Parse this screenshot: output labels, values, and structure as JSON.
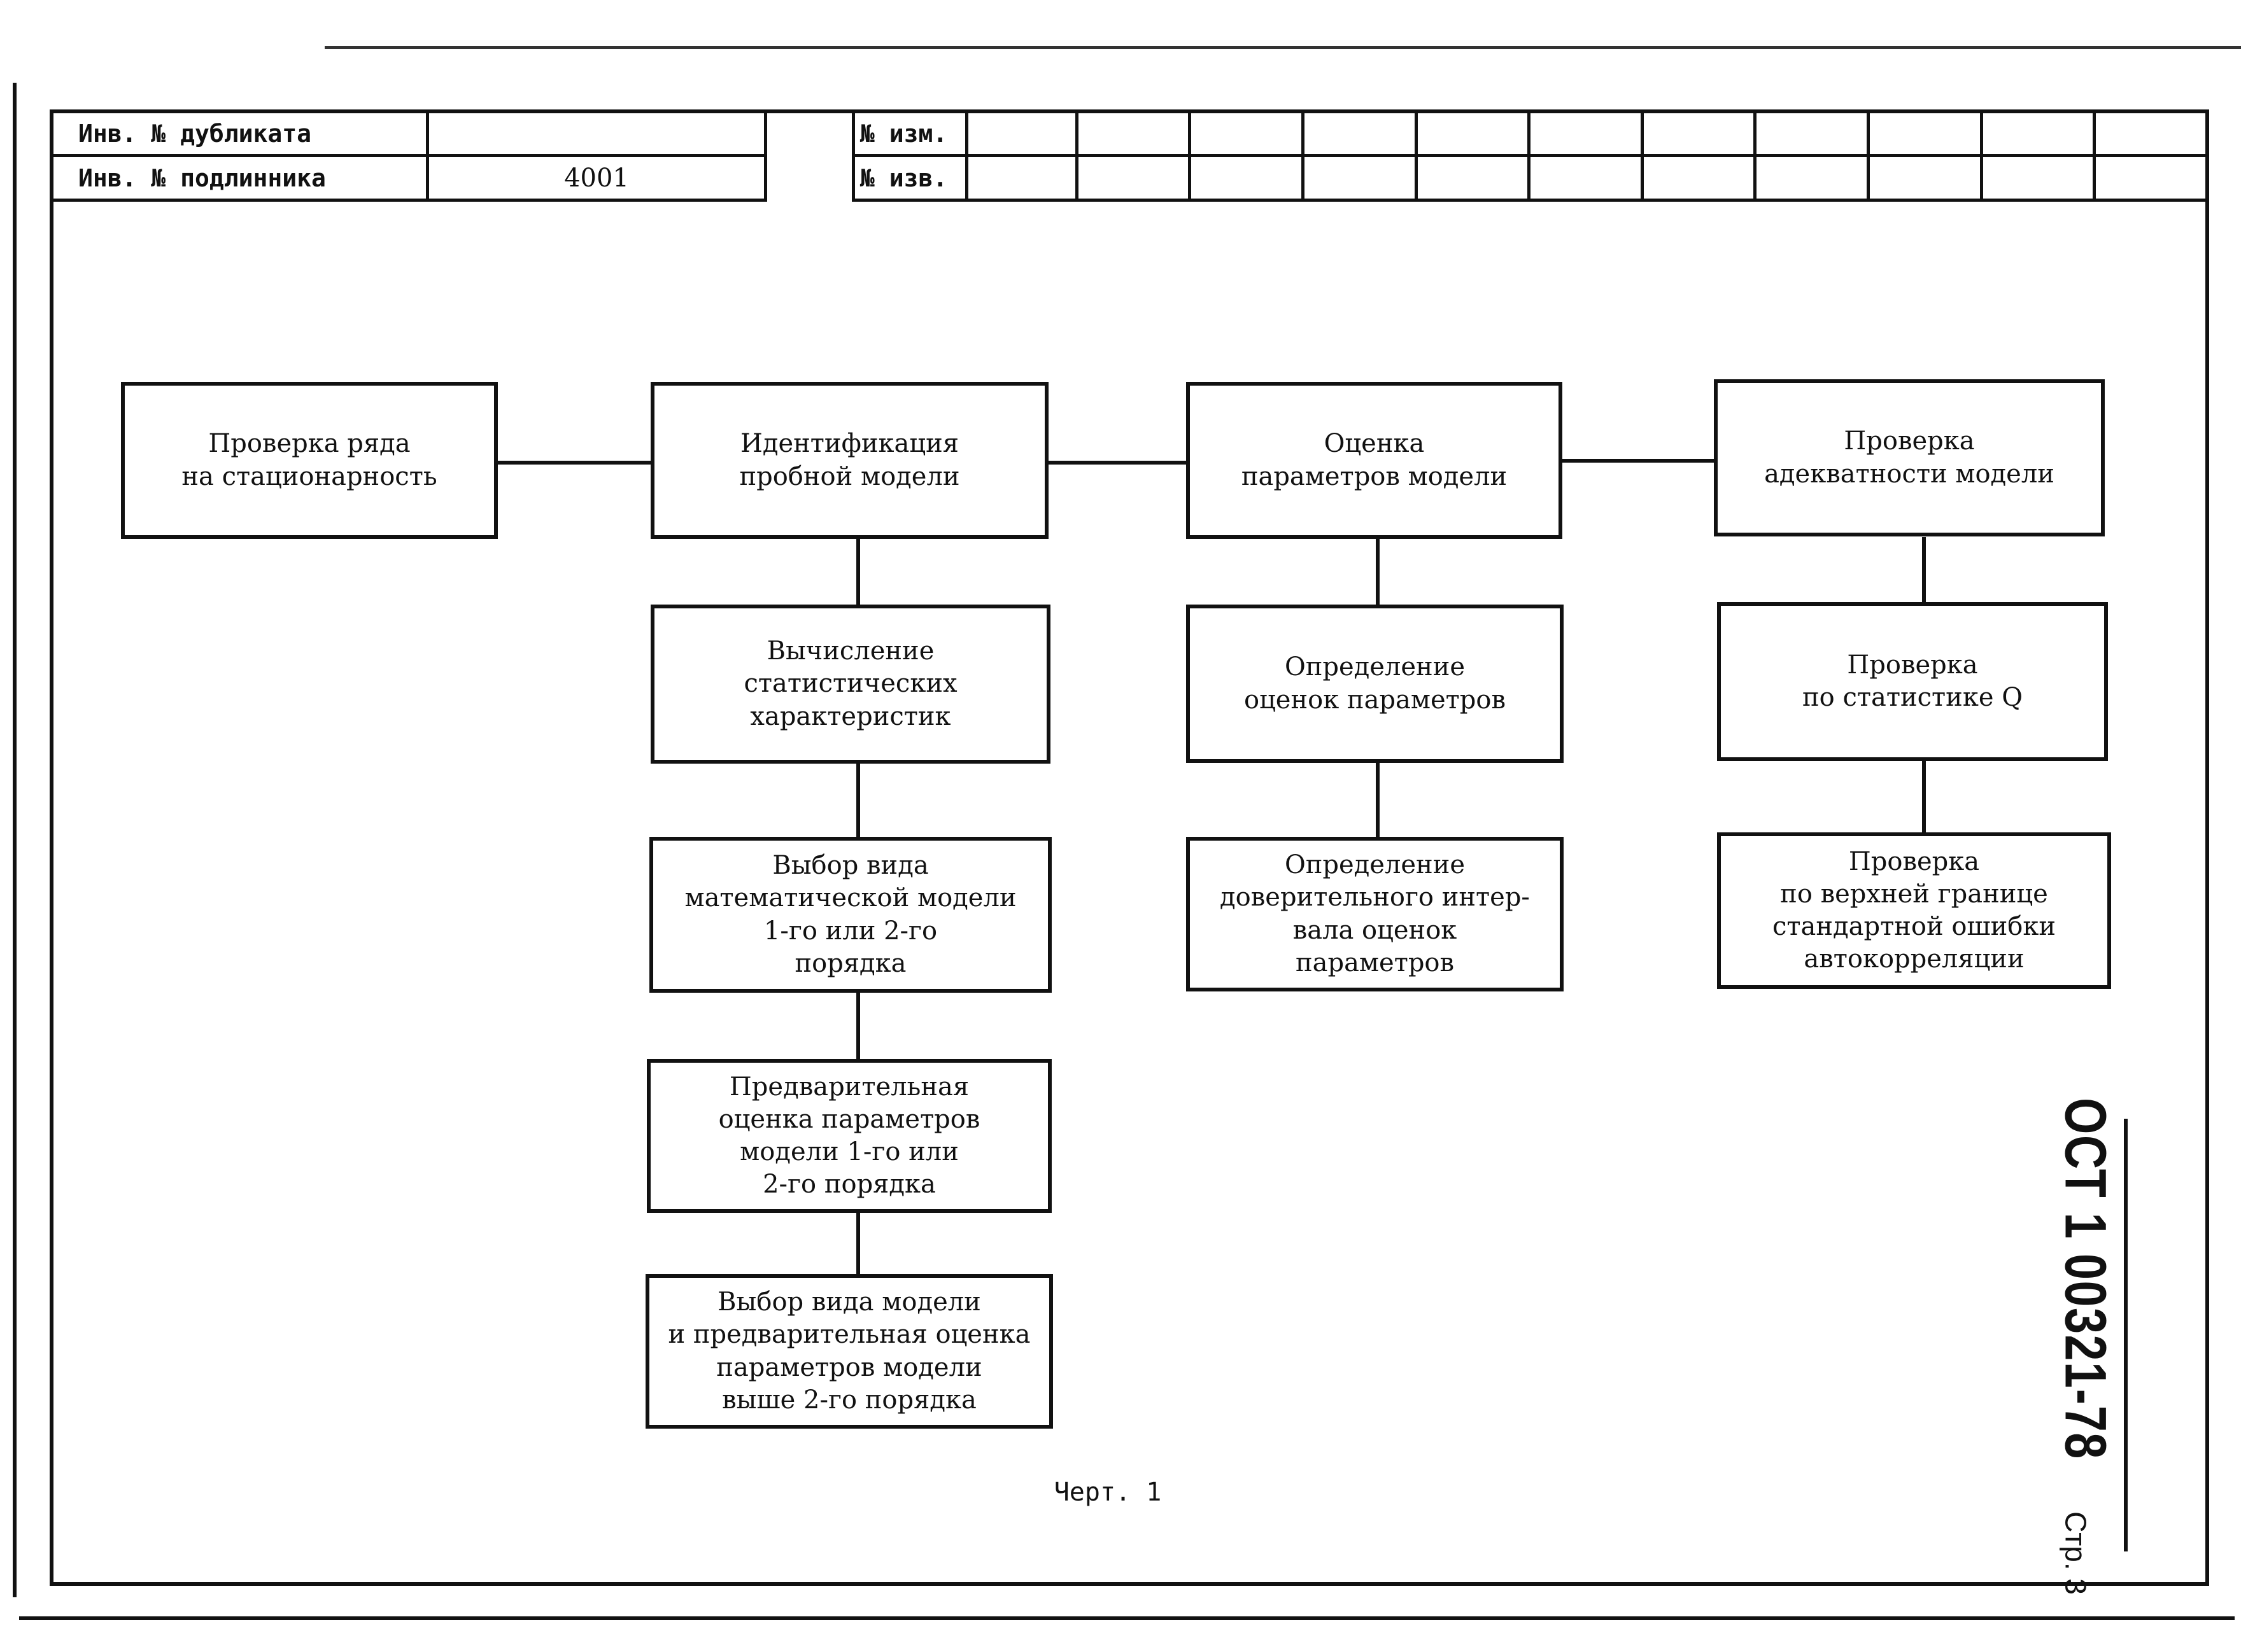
{
  "title_block": {
    "dup_label": "Инв. № дубликата",
    "dup_value": "",
    "orig_label": "Инв. № подлинника",
    "orig_value": "4001",
    "change_label": "№ изм.",
    "notice_label": "№ изв."
  },
  "diagram": {
    "stationarity": "Проверка ряда\nна стационарность",
    "identification": "Идентификация\nпробной модели",
    "param_estimation": "Оценка\nпараметров модели",
    "adequacy": "Проверка\nадекватности модели",
    "stat_chars": "Вычисление\nстатистических\nхарактеристик",
    "model_choice": "Выбор вида\nматематической модели\n1-го или 2-го\nпорядка",
    "prelim_estimate": "Предварительная\nоценка параметров\nмодели 1-го или\n2-го порядка",
    "higher_order": "Выбор вида модели\nи предварительная оценка\nпараметров модели\nвыше 2-го порядка",
    "estimates": "Определение\nоценок параметров",
    "confidence": "Определение\nдоверительного интер-\nвала оценок\nпараметров",
    "q_stat": "Проверка\nпо статистике Q",
    "upper_bound": "Проверка\nпо верхней границе\nстандартной ошибки\nавтокорреляции"
  },
  "caption": "Черт. 1",
  "doc_code": "ОСТ 1 00321-78",
  "page_label": "Стр. 3"
}
